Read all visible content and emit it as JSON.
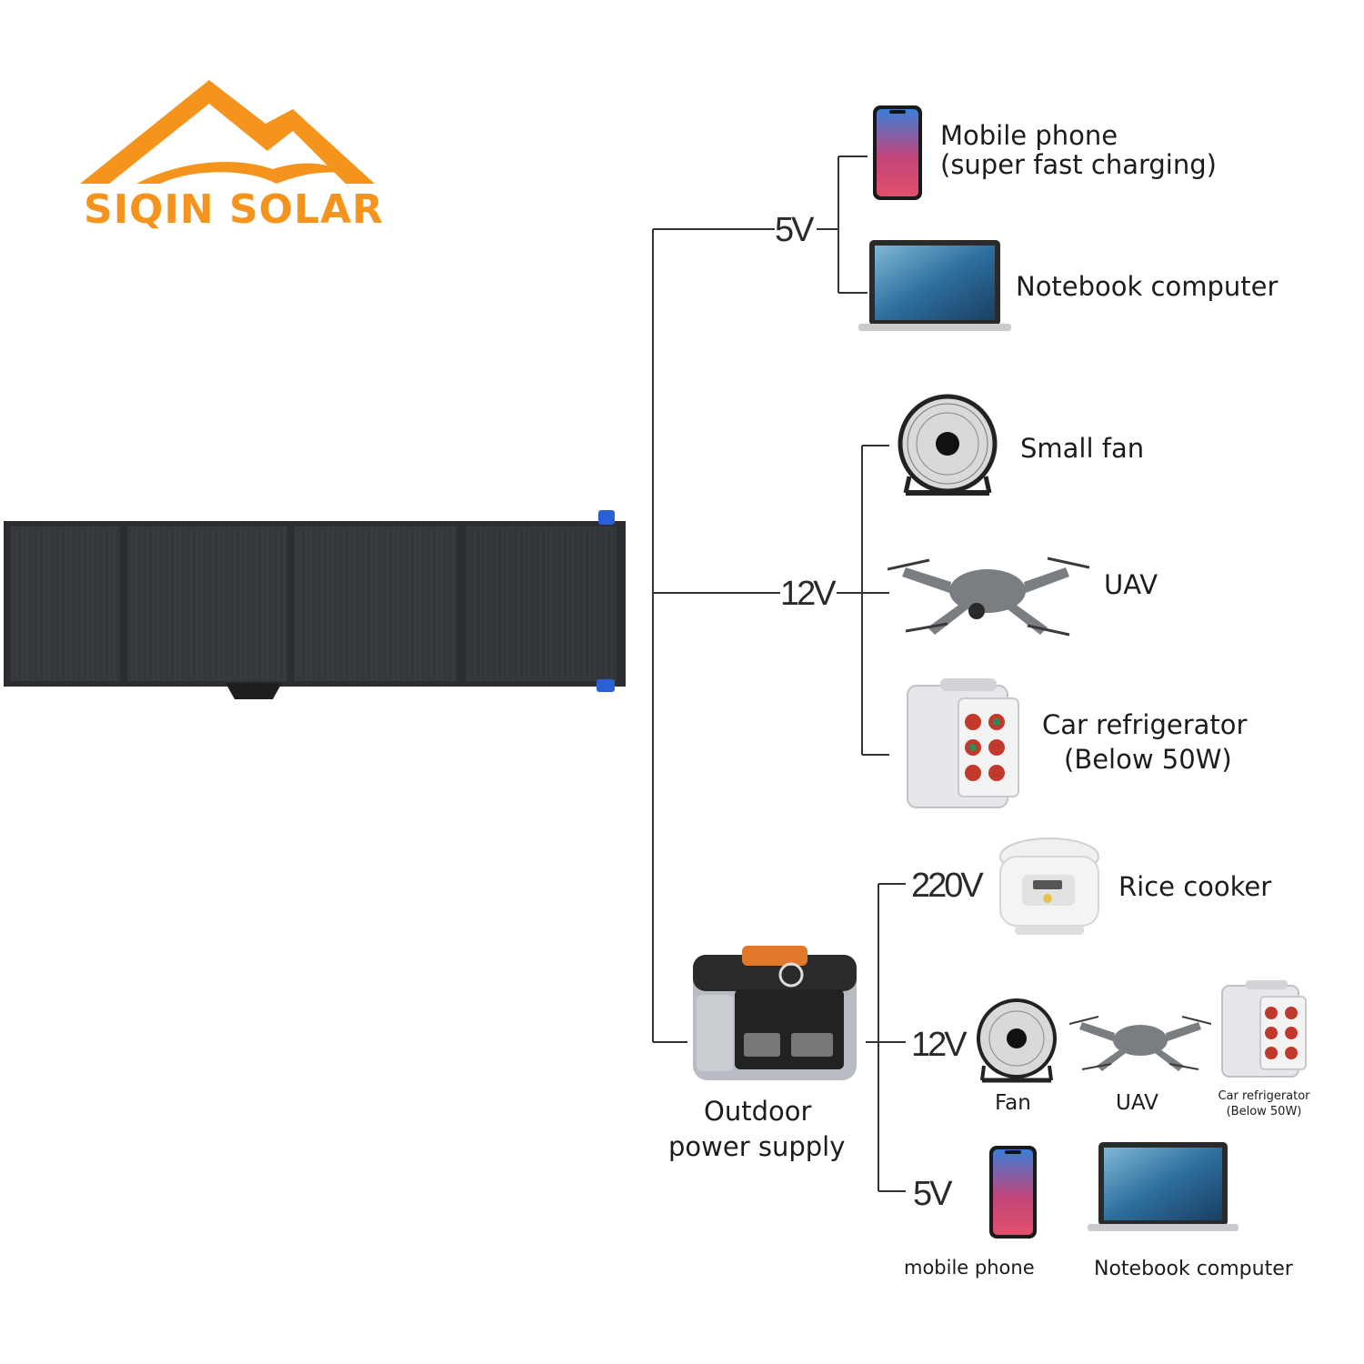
{
  "brand": {
    "name": "SIQIN SOLAR",
    "color": "#f5941d"
  },
  "colors": {
    "line": "#333333",
    "panel": "#2e3033",
    "accent_blue": "#2a5fd8"
  },
  "branches": {
    "v5": {
      "voltage": "5V",
      "items": [
        {
          "line1": "Mobile phone",
          "line2": "(super fast charging)",
          "icon": "mobile-phone-icon"
        },
        {
          "line1": "Notebook computer",
          "icon": "laptop-icon"
        }
      ]
    },
    "v12": {
      "voltage": "12V",
      "items": [
        {
          "line1": "Small fan",
          "icon": "fan-icon"
        },
        {
          "line1": "UAV",
          "icon": "drone-icon"
        },
        {
          "line1": "Car refrigerator",
          "line2": "(Below 50W)",
          "icon": "mini-fridge-icon"
        }
      ]
    },
    "outdoor": {
      "line1": "Outdoor",
      "line2": "power supply",
      "icon": "power-station-icon",
      "v220": {
        "voltage": "220V",
        "item": "Rice cooker",
        "icon": "rice-cooker-icon"
      },
      "v12": {
        "voltage": "12V",
        "items": [
          "Fan",
          "UAV"
        ],
        "fridge_line1": "Car refrigerator",
        "fridge_line2": "(Below 50W)"
      },
      "v5": {
        "voltage": "5V",
        "items": [
          "mobile phone",
          "Notebook computer"
        ]
      }
    }
  }
}
